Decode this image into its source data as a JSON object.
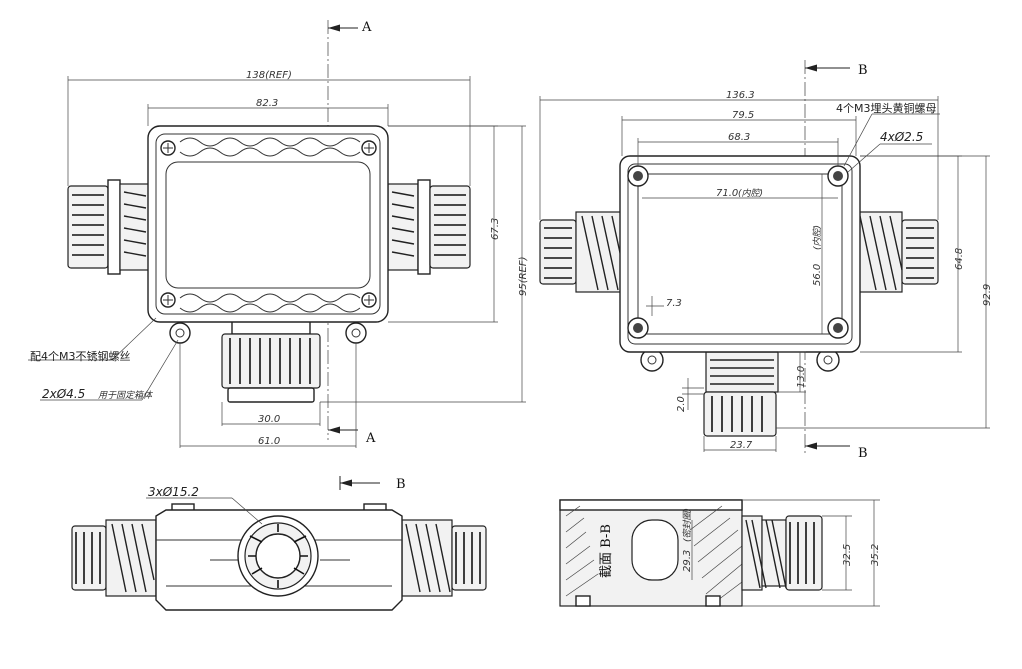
{
  "section_labels": {
    "a_top": "A",
    "a_bottom": "A",
    "b_top": "B",
    "b_bottom": "B",
    "b_small": "B"
  },
  "front_view": {
    "dim_overall": "138(REF)",
    "dim_top": "82.3",
    "dim_right_inner": "67.3",
    "dim_right_outer": "95(REF)",
    "dim_bottom_inner": "30.0",
    "dim_bottom_outer": "61.0",
    "note_screws": "配4个M3不锈钢螺丝",
    "note_holes": "2xØ4.5",
    "note_holes_suffix": "用于固定箱体"
  },
  "back_view": {
    "dim_overall": "136.3",
    "dim_1": "79.5",
    "dim_2": "68.3",
    "dim_inner_width": "71.0",
    "dim_inner_width_suffix": "(内腔)",
    "dim_inner_height": "56.0",
    "dim_inner_height_suffix": "(内腔)",
    "dim_right_1": "64.8",
    "dim_right_2": "92.9",
    "dim_small": "7.3",
    "dim_thread": "13.0",
    "dim_gap": "2.0",
    "dim_nut": "23.7",
    "note_nuts": "4个M3埋头黄铜螺母",
    "note_holes": "4xØ2.5"
  },
  "bottom_view": {
    "note_ports": "3xØ15.2"
  },
  "section_view": {
    "title": "截面 B-B",
    "dim_hole": "29.3",
    "dim_hole_suffix": "(密封圈)",
    "dim_h1": "32.5",
    "dim_h2": "35.2"
  }
}
